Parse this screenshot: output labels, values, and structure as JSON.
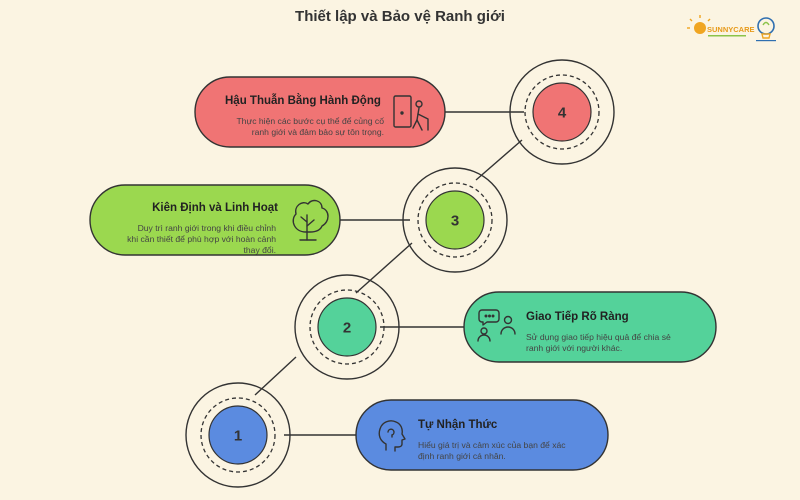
{
  "title": "Thiết lập và Bảo vệ Ranh giới",
  "logos": {
    "brand_text": "SUNNYCARE",
    "brand_colors": {
      "sun": "#f0a521",
      "green": "#8bc34a",
      "blue": "#2f6fb0"
    }
  },
  "steps": [
    {
      "number": "1",
      "title": "Tự Nhận Thức",
      "desc_lines": [
        "Hiểu giá trị và cảm xúc của bạn để xác",
        "định ranh giới cá nhân."
      ],
      "icon": "self-reflection-head-icon",
      "color": "#5b8be0"
    },
    {
      "number": "2",
      "title": "Giao Tiếp Rõ Ràng",
      "desc_lines": [
        "Sử dụng giao tiếp hiệu quả để chia sẻ",
        "ranh giới với người khác."
      ],
      "icon": "people-talking-icon",
      "color": "#54d29a"
    },
    {
      "number": "3",
      "title": "Kiên Định và Linh Hoạt",
      "desc_lines": [
        "Duy trì ranh giới trong khi điều chỉnh",
        "khi cần thiết để phù hợp với hoàn cảnh",
        "thay đổi."
      ],
      "icon": "tree-icon",
      "color": "#9bd84f"
    },
    {
      "number": "4",
      "title": "Hậu Thuẫn Bằng Hành Động",
      "desc_lines": [
        "Thực hiện các bước cụ thể để củng cố",
        "ranh giới và đảm bảo sự tôn trọng."
      ],
      "icon": "person-at-door-icon",
      "color": "#f07474"
    }
  ]
}
